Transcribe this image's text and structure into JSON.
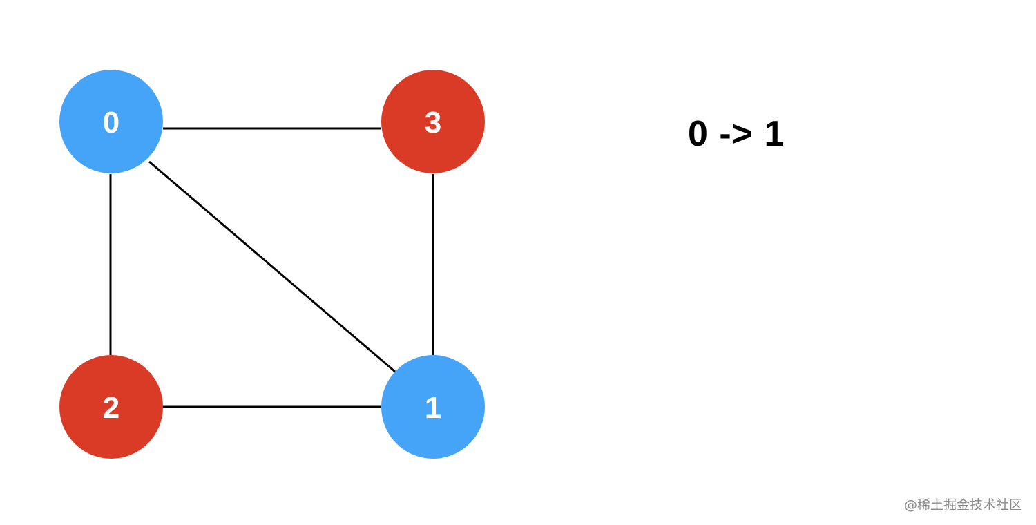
{
  "diagram": {
    "nodes": [
      {
        "id": "0",
        "label": "0",
        "color": "#45a3f8"
      },
      {
        "id": "3",
        "label": "3",
        "color": "#da3b27"
      },
      {
        "id": "2",
        "label": "2",
        "color": "#da3b27"
      },
      {
        "id": "1",
        "label": "1",
        "color": "#45a3f8"
      }
    ],
    "edges": [
      {
        "from": "0",
        "to": "3"
      },
      {
        "from": "0",
        "to": "2"
      },
      {
        "from": "0",
        "to": "1"
      },
      {
        "from": "3",
        "to": "1"
      },
      {
        "from": "2",
        "to": "1"
      }
    ],
    "edge_color": "#000000"
  },
  "step_text": "0 -> 1",
  "watermark": "@稀土掘金技术社区"
}
